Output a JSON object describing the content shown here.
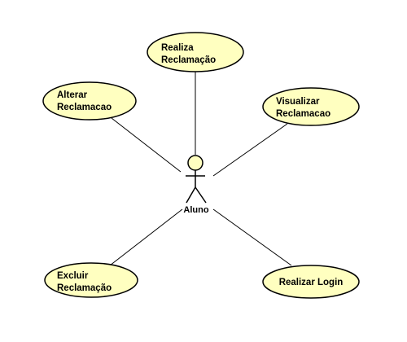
{
  "diagram": {
    "actor": {
      "label": "Aluno"
    },
    "use_cases": {
      "realiza": {
        "line1": "Realiza",
        "line2": "Reclamação"
      },
      "alterar": {
        "line1": "Alterar",
        "line2": "Reclamacao"
      },
      "visualizar": {
        "line1": "Visualizar",
        "line2": "Reclamacao"
      },
      "excluir": {
        "line1": "Excluir",
        "line2": "Reclamação"
      },
      "login": {
        "line1": "Realizar Login"
      }
    }
  }
}
